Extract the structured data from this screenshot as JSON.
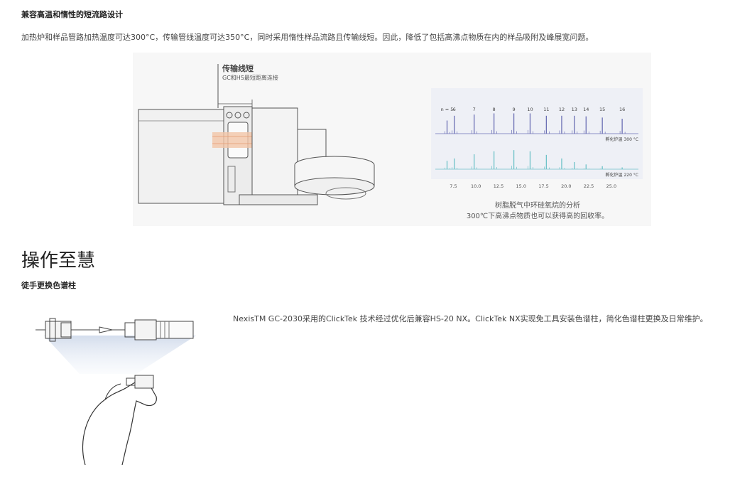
{
  "section1": {
    "subtitle": "兼容高温和惰性的短流路设计",
    "paragraph": "加热炉和样品管路加热温度可达300°C，传输管线温度可达350°C，同时采用惰性样品流路且传输线短。因此，降低了包括高沸点物质在内的样品吸附及峰展宽问题。",
    "figure": {
      "callout_title": "传输线短",
      "callout_sub": "GC和HS最短距离连接"
    },
    "chart_caption_1": "树脂脱气中环硅氧烷的分析",
    "chart_caption_2": "300℃下高沸点物质也可以获得高的回收率。"
  },
  "section2": {
    "title": "操作至慧",
    "subtitle": "徒手更换色谱柱",
    "paragraph": "NexisTM GC-2030采用的ClickTek 技术经过优化后兼容HS-20 NX。ClickTek NX实现免工具安装色谱柱，简化色谱柱更换及日常维护。"
  },
  "chart_data": {
    "type": "line",
    "peak_labels": [
      "n = 5",
      "6",
      "7",
      "8",
      "9",
      "10",
      "11",
      "12",
      "13",
      "14",
      "15",
      "16"
    ],
    "x_ticks": [
      "7.5",
      "10.0",
      "12.5",
      "15.0",
      "17.5",
      "20.0",
      "22.5",
      "25.0"
    ],
    "xlim": [
      5.5,
      28
    ],
    "series": [
      {
        "name": "孵化炉温 300 °C",
        "color": "#6b6fb4",
        "peaks": [
          [
            6.8,
            0.22
          ],
          [
            7.6,
            0.3
          ],
          [
            9.8,
            0.32
          ],
          [
            12.0,
            0.34
          ],
          [
            14.2,
            0.34
          ],
          [
            16.0,
            0.34
          ],
          [
            17.8,
            0.3
          ],
          [
            19.5,
            0.3
          ],
          [
            20.9,
            0.3
          ],
          [
            22.2,
            0.29
          ],
          [
            24.0,
            0.27
          ],
          [
            26.2,
            0.25
          ]
        ]
      },
      {
        "name": "孵化炉温 220 °C",
        "color": "#6ec2c8",
        "peaks": [
          [
            6.8,
            0.14
          ],
          [
            7.6,
            0.18
          ],
          [
            9.8,
            0.25
          ],
          [
            12.0,
            0.3
          ],
          [
            14.2,
            0.32
          ],
          [
            16.0,
            0.3
          ],
          [
            17.8,
            0.24
          ],
          [
            19.5,
            0.18
          ],
          [
            20.9,
            0.12
          ],
          [
            22.2,
            0.08
          ],
          [
            24.0,
            0.05
          ],
          [
            26.2,
            0.03
          ]
        ]
      }
    ]
  }
}
